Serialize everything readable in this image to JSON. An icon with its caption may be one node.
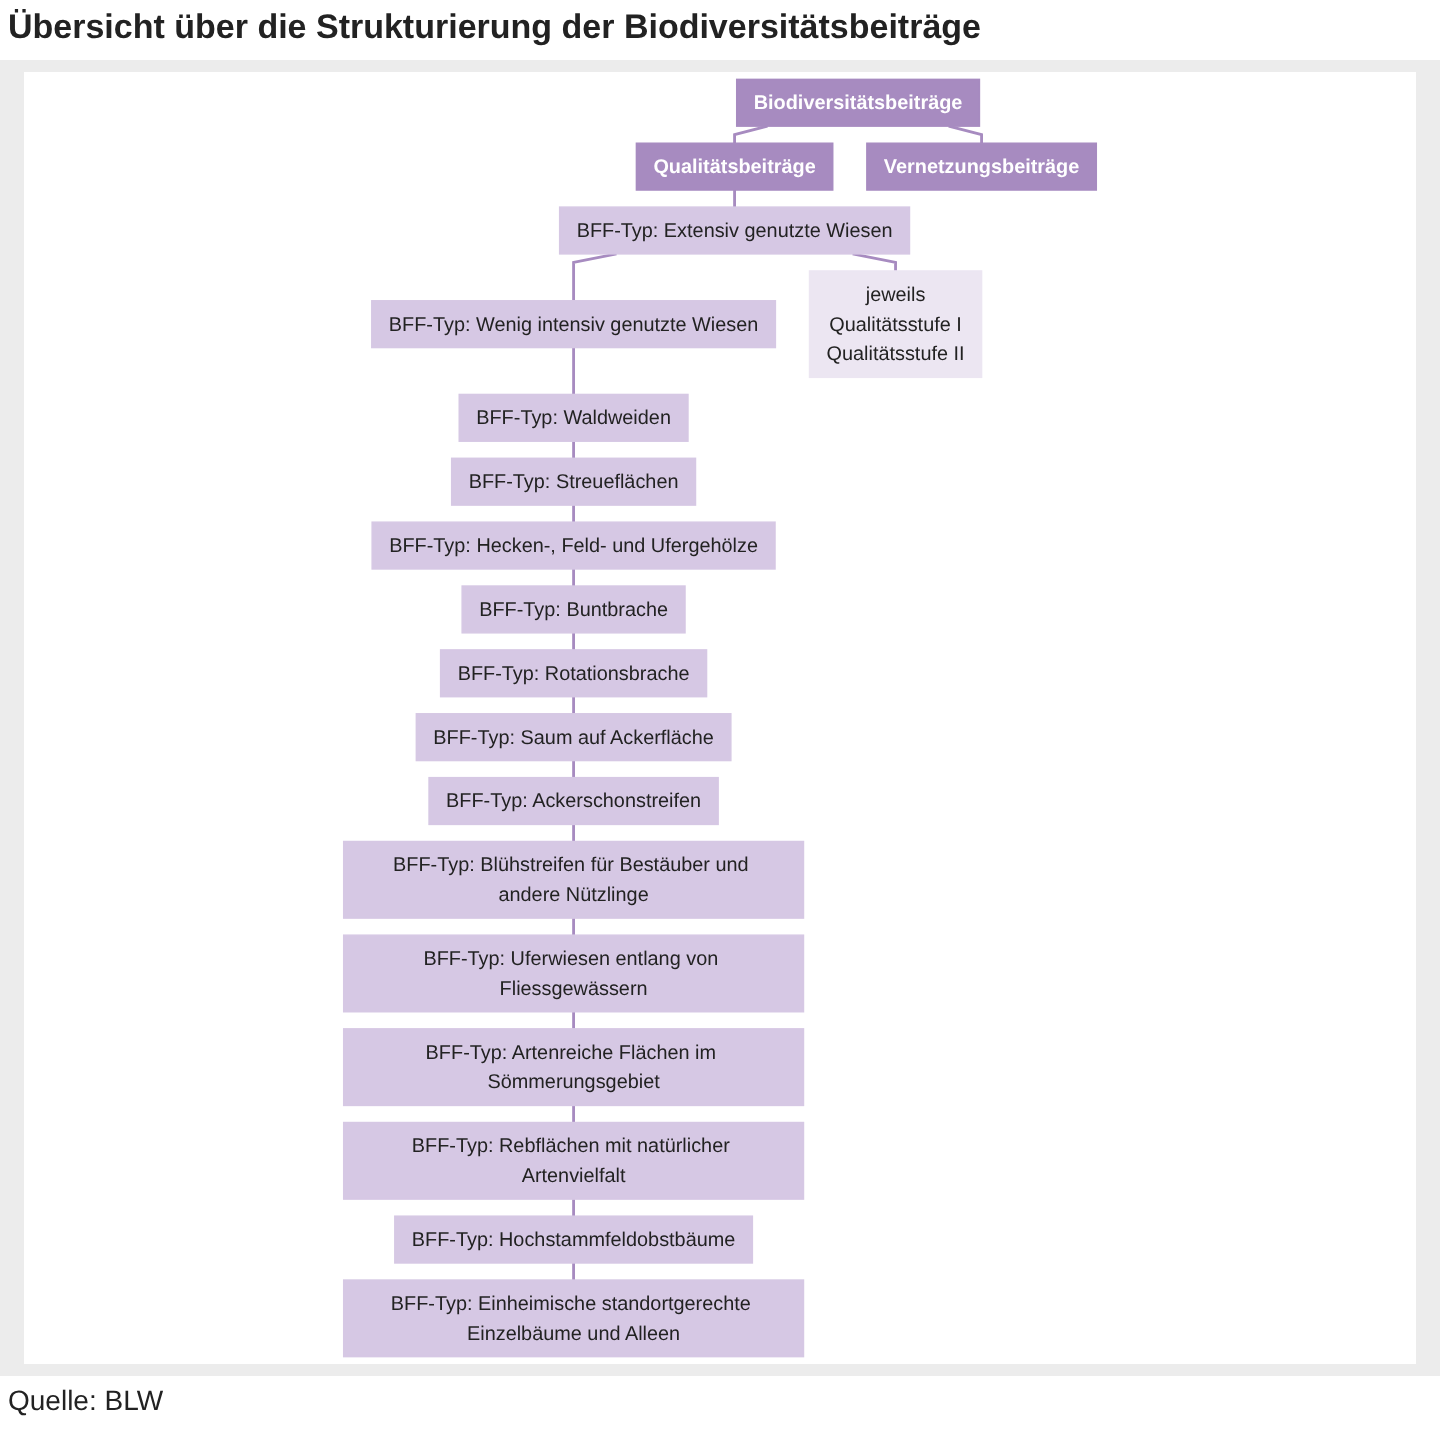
{
  "diagram": {
    "title": "Übersicht über die Strukturierung der Biodiversitätsbeiträge",
    "caption": "Quelle: BLW",
    "nodes": [
      {
        "text": [
          "Biodiversitätsbeiträge"
        ]
      },
      {
        "text": [
          "Qualitätsbeiträge"
        ]
      },
      {
        "text": [
          "Vernetzungsbeiträge"
        ]
      },
      {
        "text": [
          "BFF-Typ: Extensiv genutzte Wiesen"
        ]
      },
      {
        "text": [
          "jeweils",
          "Qualitätsstufe I",
          "Qualitätsstufe II"
        ]
      },
      {
        "text": [
          "BFF-Typ: Wenig intensiv genutzte Wiesen"
        ]
      },
      {
        "text": [
          "BFF-Typ: Waldweiden"
        ]
      },
      {
        "text": [
          "BFF-Typ: Streueflächen"
        ]
      },
      {
        "text": [
          "BFF-Typ: Hecken-, Feld- und Ufergehölze"
        ]
      },
      {
        "text": [
          "BFF-Typ: Buntbrache"
        ]
      },
      {
        "text": [
          "BFF-Typ: Rotationsbrache"
        ]
      },
      {
        "text": [
          "BFF-Typ: Saum auf Ackerfläche"
        ]
      },
      {
        "text": [
          "BFF-Typ: Ackerschonstreifen"
        ]
      },
      {
        "text": [
          "BFF-Typ: Blühstreifen für Bestäuber und andere Nützlinge"
        ]
      },
      {
        "text": [
          "BFF-Typ: Uferwiesen entlang von Fliessgewässern"
        ]
      },
      {
        "text": [
          "BFF-Typ: Artenreiche Flächen im Sömmerungsgebiet"
        ]
      },
      {
        "text": [
          "BFF-Typ: Rebflächen mit natürlicher Artenvielfalt"
        ]
      },
      {
        "text": [
          "BFF-Typ: Hochstammfeldobstbäume"
        ]
      },
      {
        "text": [
          "BFF-Typ: Einheimische standortgerechte Einzelbäume und Alleen"
        ]
      }
    ],
    "edges": [
      {
        "from": 0,
        "to": 1,
        "arrow": "none"
      },
      {
        "from": 0,
        "to": 2,
        "arrow": "none"
      },
      {
        "from": 1,
        "to": 3,
        "arrow": "none"
      },
      {
        "from": 3,
        "to": 5,
        "arrow": "none"
      },
      {
        "from": 3,
        "to": 4,
        "arrow": "none"
      },
      {
        "from": 5,
        "to": 6,
        "arrow": "none"
      },
      {
        "from": 6,
        "to": 7,
        "arrow": "none"
      },
      {
        "from": 7,
        "to": 8,
        "arrow": "none"
      },
      {
        "from": 8,
        "to": 9,
        "arrow": "none"
      },
      {
        "from": 9,
        "to": 10,
        "arrow": "none"
      },
      {
        "from": 10,
        "to": 11,
        "arrow": "none"
      },
      {
        "from": 11,
        "to": 12,
        "arrow": "none"
      },
      {
        "from": 12,
        "to": 13,
        "arrow": "none"
      },
      {
        "from": 13,
        "to": 14,
        "arrow": "none"
      },
      {
        "from": 14,
        "to": 15,
        "arrow": "none"
      },
      {
        "from": 15,
        "to": 16,
        "arrow": "none"
      },
      {
        "from": 16,
        "to": 17,
        "arrow": "none"
      },
      {
        "from": 17,
        "to": 18,
        "arrow": "none"
      }
    ]
  }
}
